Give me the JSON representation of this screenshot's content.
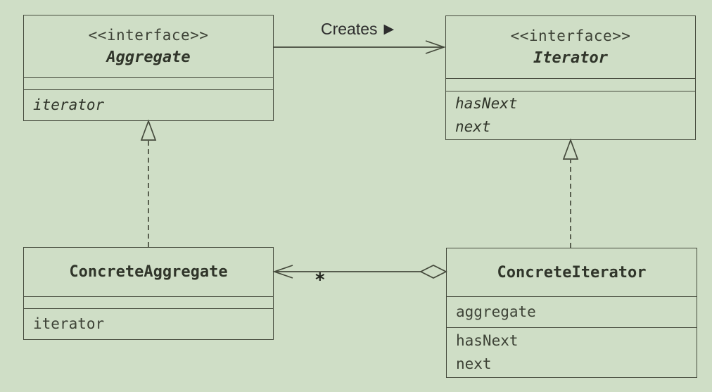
{
  "diagram": {
    "kind": "uml-class-diagram",
    "pattern": "Iterator"
  },
  "colors": {
    "background": "#cfdec6",
    "line": "#454a3c",
    "text": "#30352a"
  },
  "classes": {
    "aggregate": {
      "stereotype": "<<interface>>",
      "name": "Aggregate",
      "methods": [
        "iterator"
      ]
    },
    "iterator": {
      "stereotype": "<<interface>>",
      "name": "Iterator",
      "methods": [
        "hasNext",
        "next"
      ]
    },
    "concrete_aggregate": {
      "name": "ConcreteAggregate",
      "methods": [
        "iterator"
      ]
    },
    "concrete_iterator": {
      "name": "ConcreteIterator",
      "attributes": [
        "aggregate"
      ],
      "methods": [
        "hasNext",
        "next"
      ]
    }
  },
  "relations": {
    "creates": {
      "label": "Creates",
      "direction_icon": "▶"
    },
    "aggregation": {
      "multiplicity": "*"
    }
  }
}
